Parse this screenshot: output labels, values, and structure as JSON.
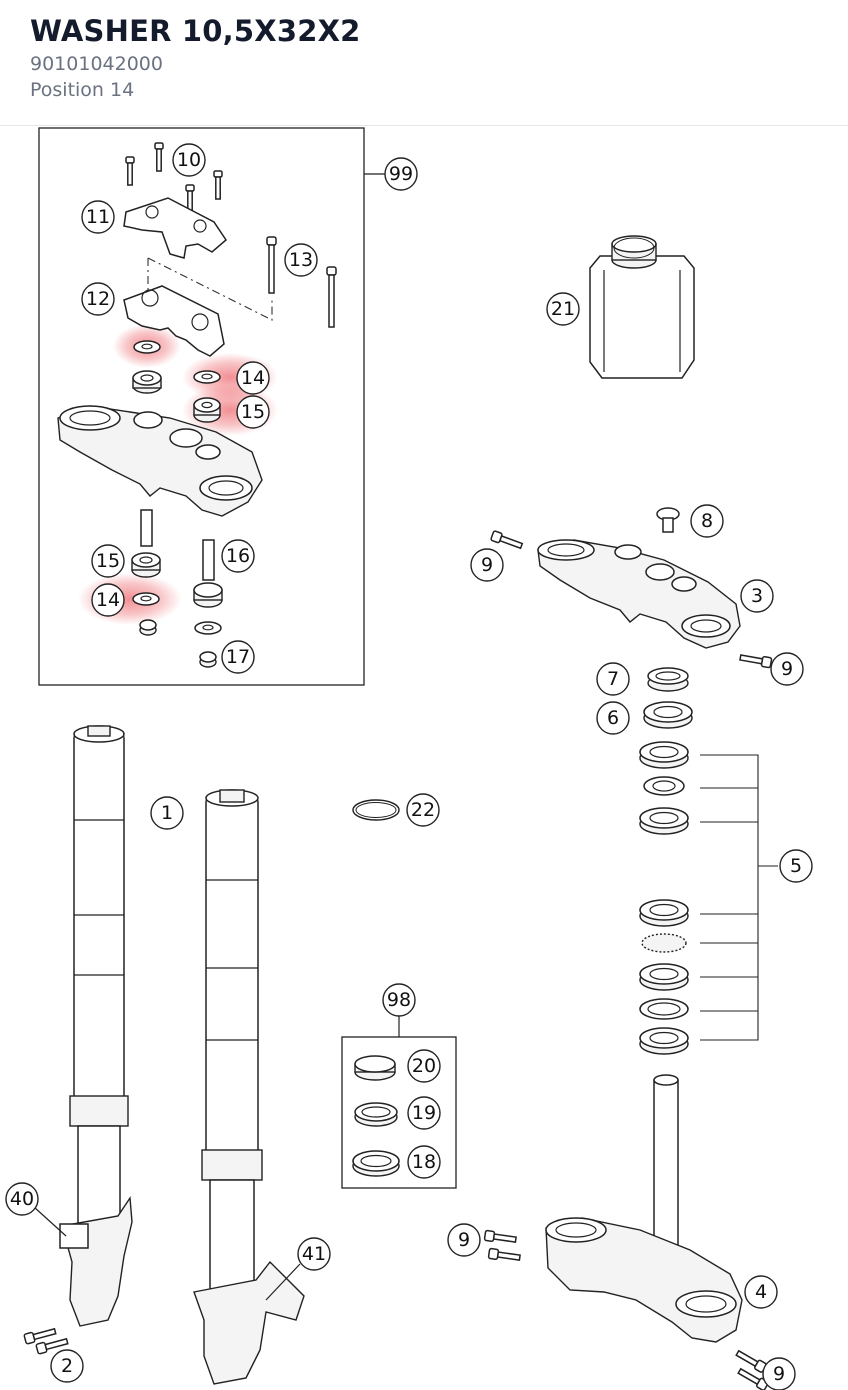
{
  "header": {
    "title": "WASHER 10,5X32X2",
    "part_number": "90101042000",
    "position": "Position 14"
  },
  "highlight_color": "#e8343c",
  "callouts": {
    "c1": "1",
    "c2": "2",
    "c3": "3",
    "c4": "4",
    "c5": "5",
    "c6": "6",
    "c7": "7",
    "c8": "8",
    "c9": "9",
    "c10": "10",
    "c11": "11",
    "c12": "12",
    "c13": "13",
    "c14": "14",
    "c15": "15",
    "c16": "16",
    "c17": "17",
    "c18": "18",
    "c19": "19",
    "c20": "20",
    "c21": "21",
    "c22": "22",
    "c40": "40",
    "c41": "41",
    "c98": "98",
    "c99": "99"
  }
}
